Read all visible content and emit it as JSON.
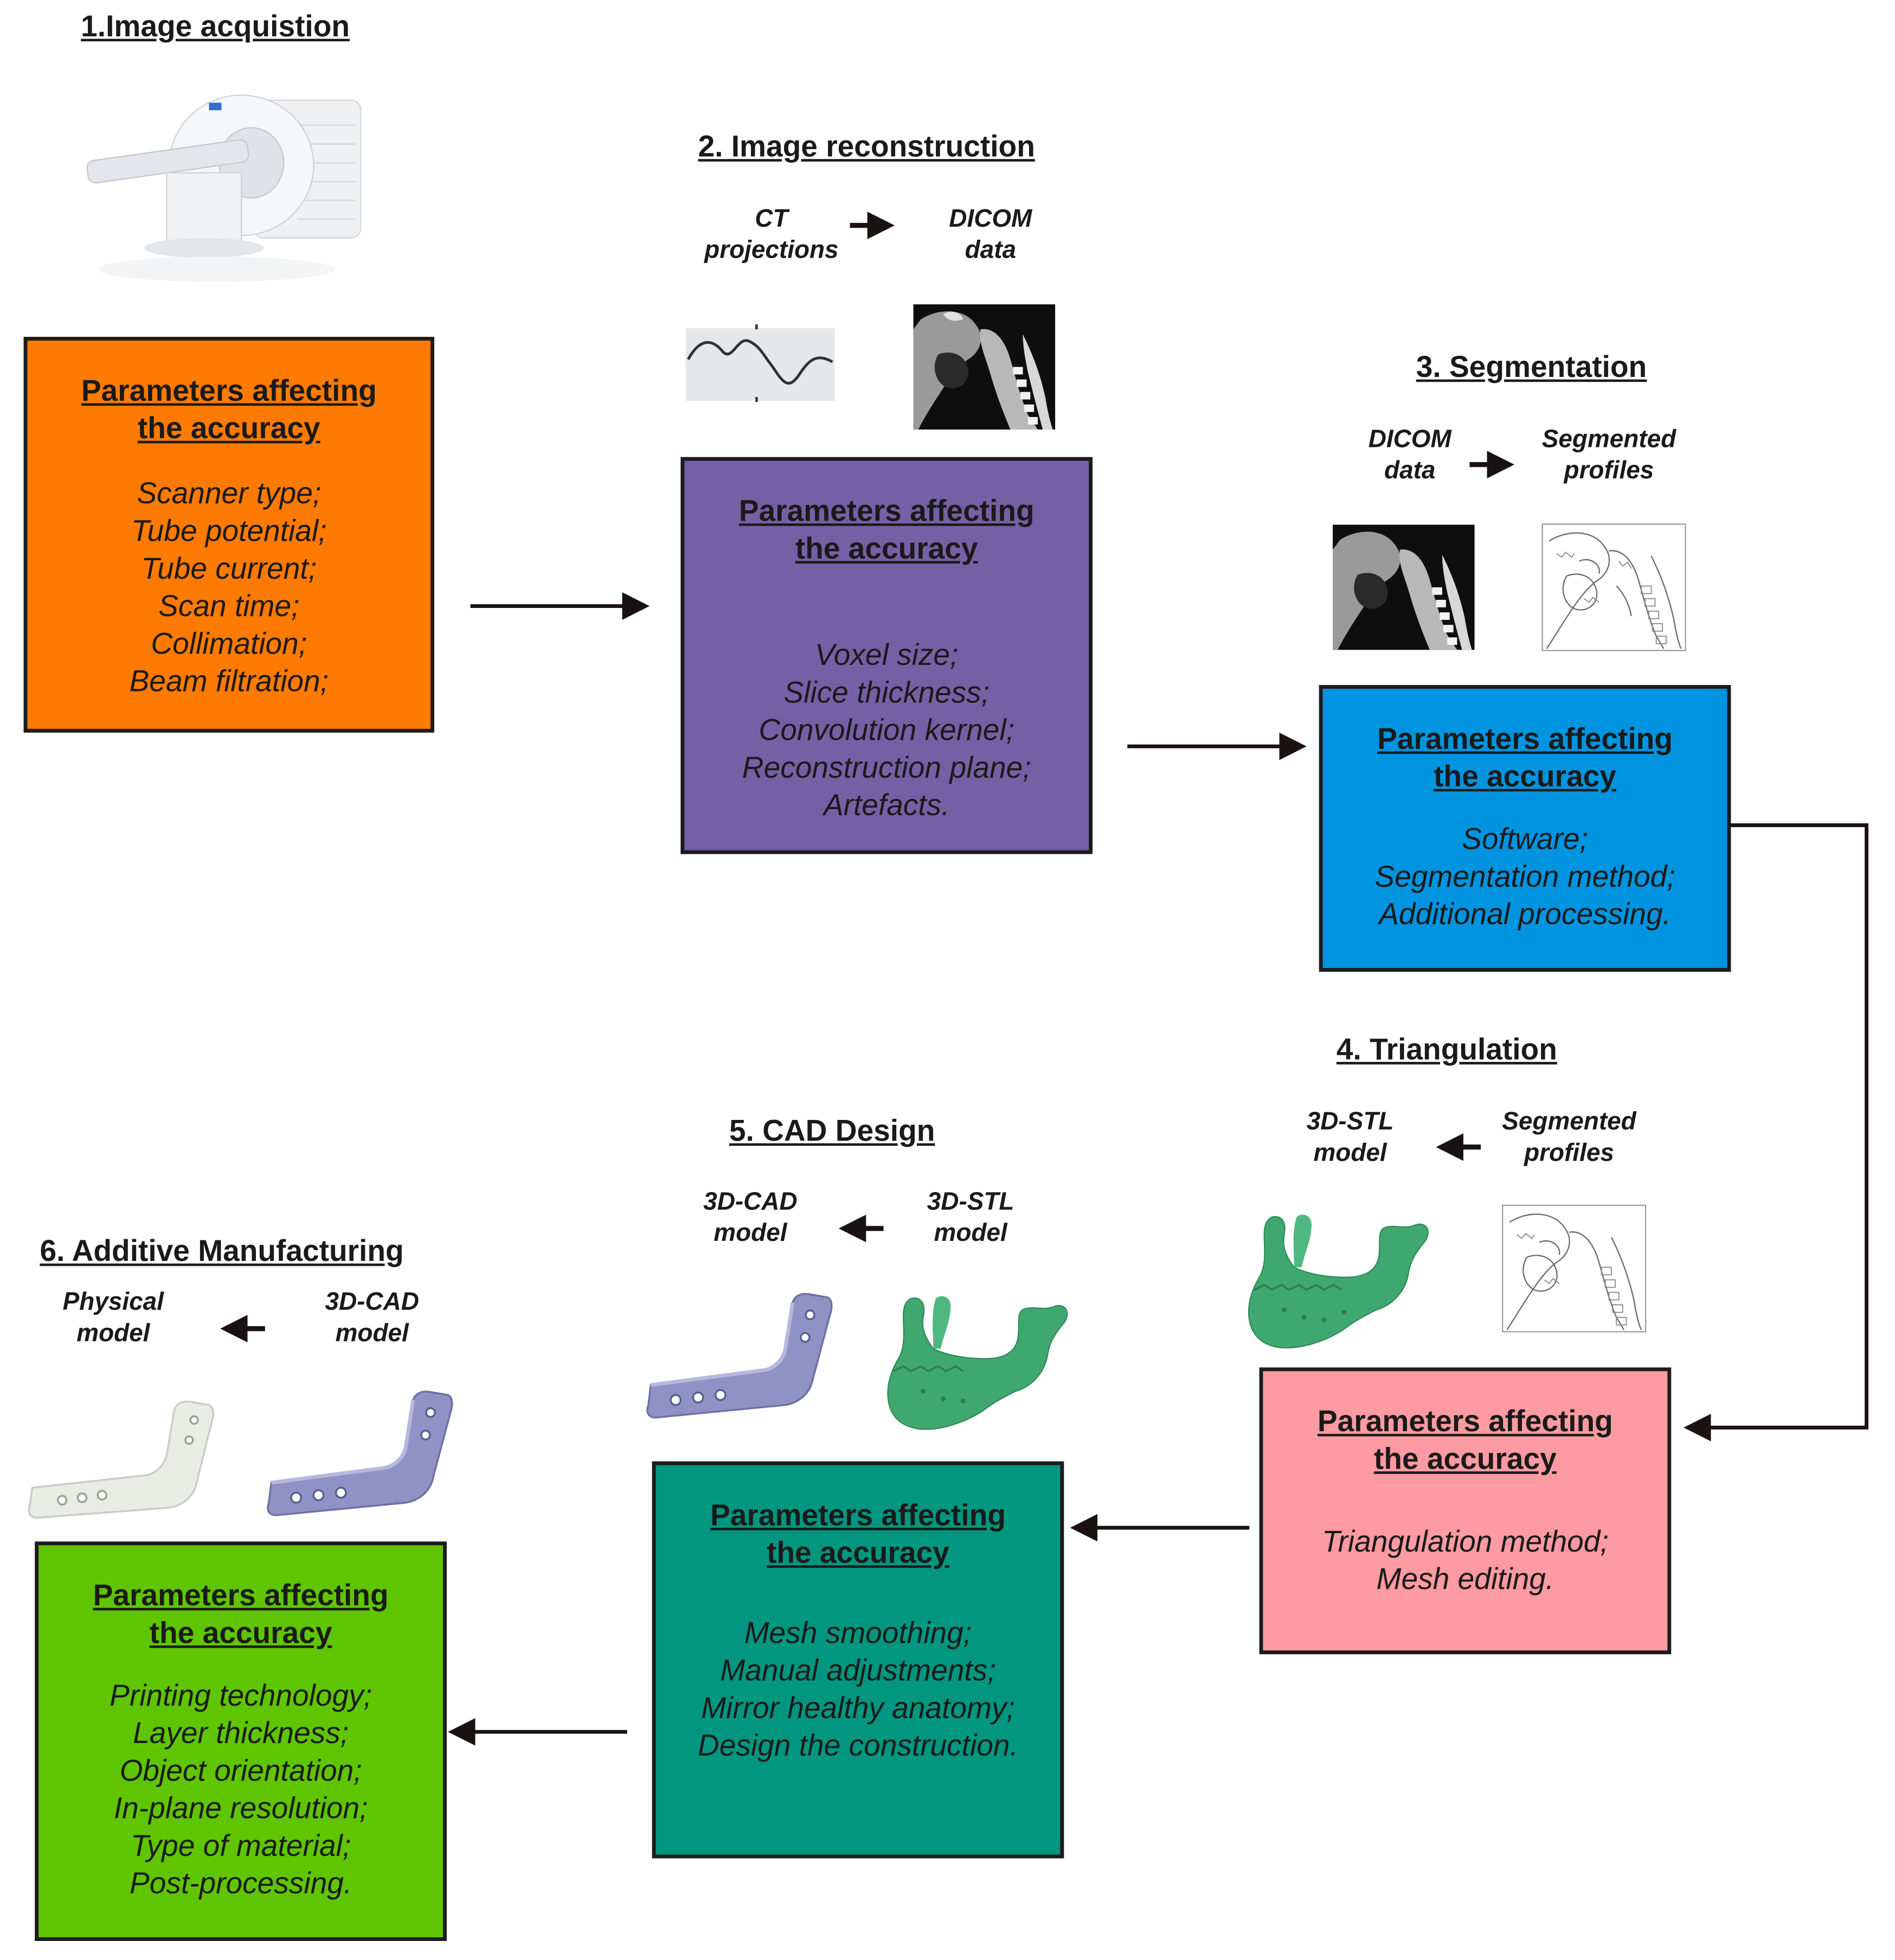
{
  "steps": [
    {
      "title": "1.Image acquistion",
      "box_heading": [
        "Parameters affecting",
        "the accuracy"
      ],
      "parameters": [
        "Scanner type;",
        "Tube potential;",
        "Tube current;",
        "Scan time;",
        "Collimation;",
        "Beam filtration;"
      ],
      "color": "#ff7a00"
    },
    {
      "title": "2. Image reconstruction",
      "input_label": [
        "CT",
        "projections"
      ],
      "output_label": [
        "DICOM",
        "data"
      ],
      "box_heading": [
        "Parameters affecting",
        "the accuracy"
      ],
      "parameters": [
        "Voxel size;",
        "Slice thickness;",
        "Convolution kernel;",
        "Reconstruction plane;",
        "Artefacts."
      ],
      "color": "#7560a5"
    },
    {
      "title": "3. Segmentation",
      "input_label": [
        "DICOM",
        "data"
      ],
      "output_label": [
        "Segmented",
        "profiles"
      ],
      "box_heading": [
        "Parameters affecting",
        "the accuracy"
      ],
      "parameters": [
        "Software;",
        "Segmentation method;",
        "Additional processing."
      ],
      "color": "#0094e0"
    },
    {
      "title": "4. Triangulation",
      "output_label": [
        "3D-STL",
        "model"
      ],
      "input_label": [
        "Segmented",
        "profiles"
      ],
      "box_heading": [
        "Parameters affecting",
        "the accuracy"
      ],
      "parameters": [
        "Triangulation method;",
        "Mesh editing."
      ],
      "color": "#fe9aa1"
    },
    {
      "title": "5. CAD Design",
      "output_label": [
        "3D-CAD",
        "model"
      ],
      "input_label": [
        "3D-STL",
        "model"
      ],
      "box_heading": [
        "Parameters affecting",
        "the accuracy"
      ],
      "parameters": [
        "Mesh smoothing;",
        "Manual adjustments;",
        "Mirror healthy anatomy;",
        "Design the construction."
      ],
      "color": "#00967f"
    },
    {
      "title": "6. Additive Manufacturing",
      "output_label": [
        "Physical",
        "model"
      ],
      "input_label": [
        "3D-CAD",
        "model"
      ],
      "box_heading": [
        "Parameters affecting",
        "the accuracy"
      ],
      "parameters": [
        "Printing technology;",
        "Layer thickness;",
        "Object orientation;",
        "In-plane resolution;",
        "Type of material;",
        "Post-processing."
      ],
      "color": "#5fc500"
    }
  ],
  "icons": {
    "scanner": "ct-scanner-icon",
    "sinogram": "sinogram-icon",
    "ct_slice": "ct-slice-icon",
    "segmented": "segmented-profile-icon",
    "mandible": "mandible-model-icon",
    "plate": "bone-plate-icon"
  },
  "colors": {
    "arrow": "#1a1212",
    "mandible_green": "#3fa870",
    "plate_blue": "#8e92c4",
    "plate_white": "#e8ece4"
  }
}
